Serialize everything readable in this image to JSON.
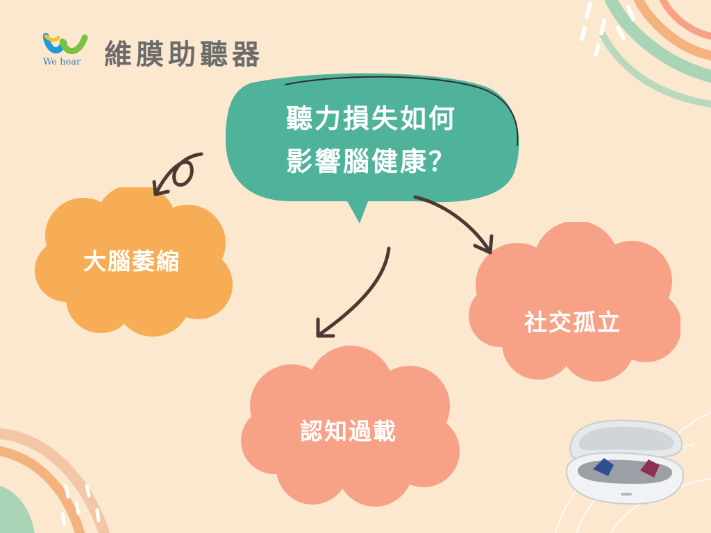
{
  "brand": {
    "name": "維膜助聽器",
    "tagline": "We hear"
  },
  "question": {
    "line1": "聽力損失如何",
    "line2": "影響腦健康？"
  },
  "effects": [
    {
      "label": "大腦萎縮",
      "color": "#f6ad55"
    },
    {
      "label": "社交孤立",
      "color": "#f7a187"
    },
    {
      "label": "認知過載",
      "color": "#f7a187"
    }
  ],
  "colors": {
    "background": "#fbe8cf",
    "bubble": "#4fb29a",
    "arrow": "#4a3a32"
  },
  "icons": [
    "we-hear-logo-icon",
    "hearing-aid-charging-case-icon"
  ]
}
